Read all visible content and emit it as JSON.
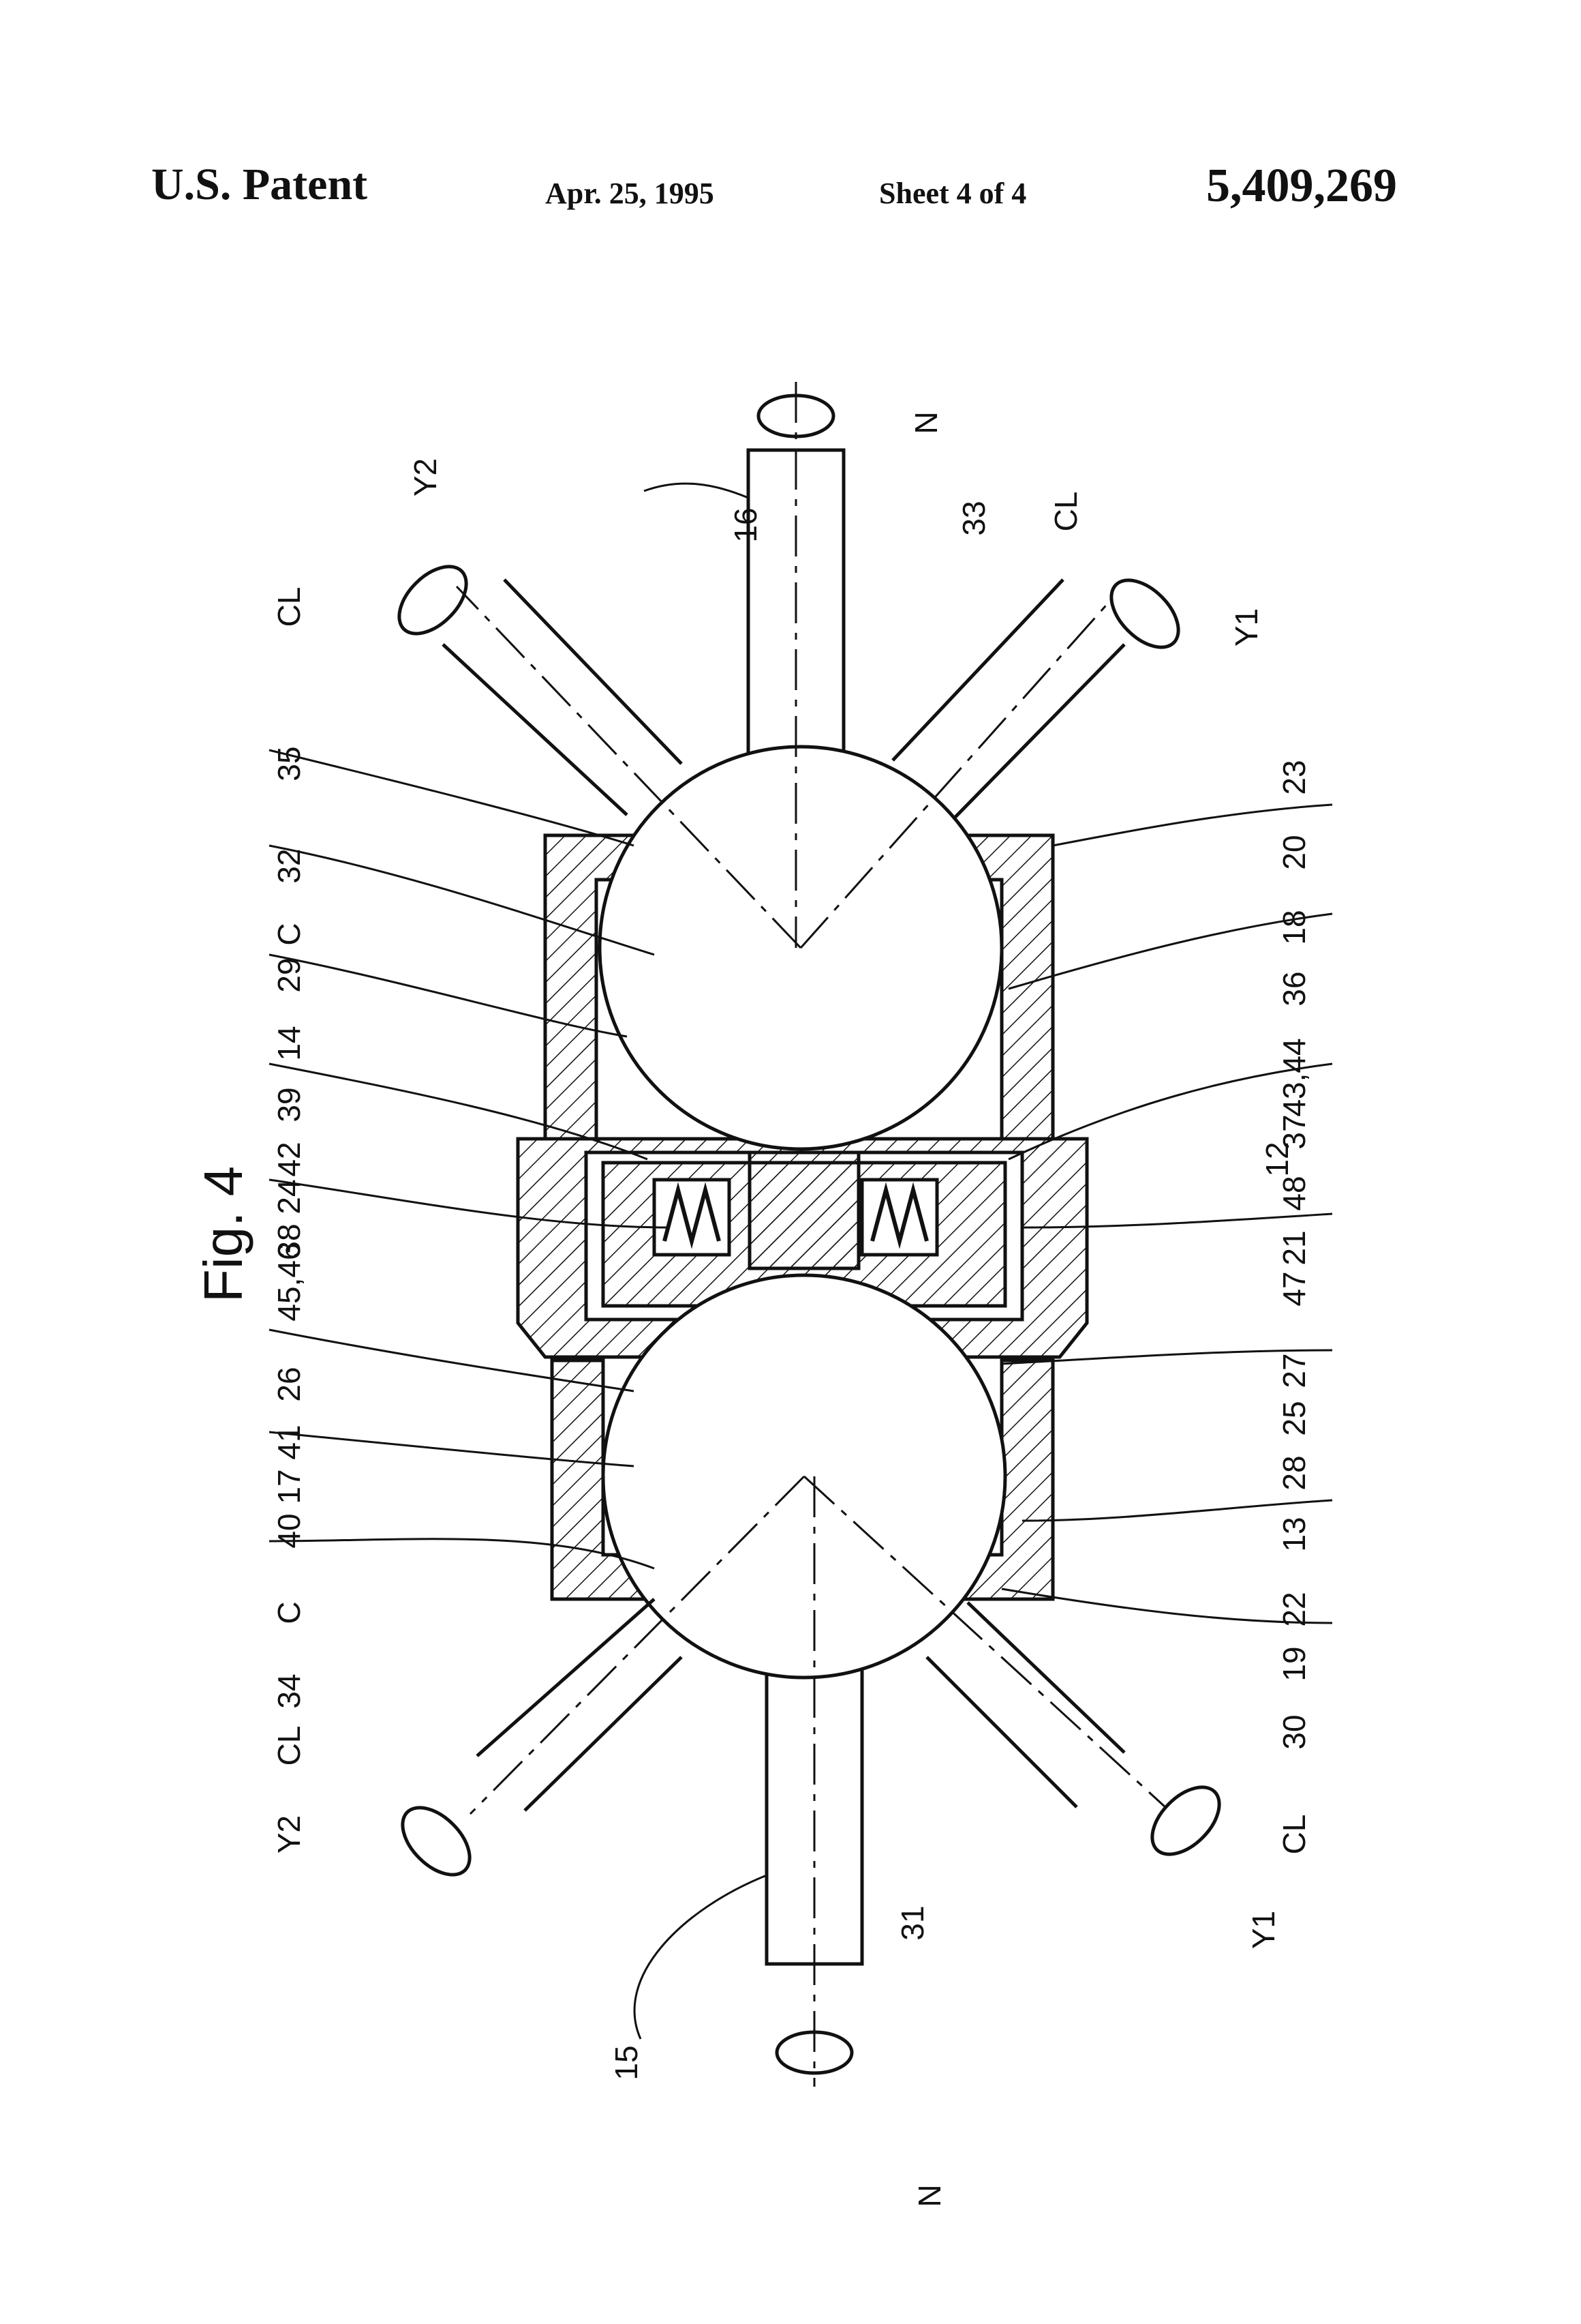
{
  "header": {
    "publication": "U.S. Patent",
    "date": "Apr. 25, 1995",
    "sheet": "Sheet 4 of 4",
    "patent_number": "5,409,269"
  },
  "figure": {
    "title": "Fig. 4",
    "labels": [
      "16",
      "33",
      "CL",
      "N",
      "Y2",
      "CL",
      "Y1",
      "35",
      "32",
      "C",
      "29",
      "14",
      "39",
      "42",
      "24",
      "38",
      "45,46",
      "26",
      "41",
      "17",
      "40",
      "C",
      "34",
      "CL",
      "Y2",
      "23",
      "20",
      "18",
      "36",
      "43,44",
      "37",
      "12",
      "48",
      "21",
      "47",
      "27",
      "25",
      "28",
      "13",
      "22",
      "19",
      "30",
      "CL",
      "Y1",
      "31",
      "15",
      "N"
    ]
  }
}
